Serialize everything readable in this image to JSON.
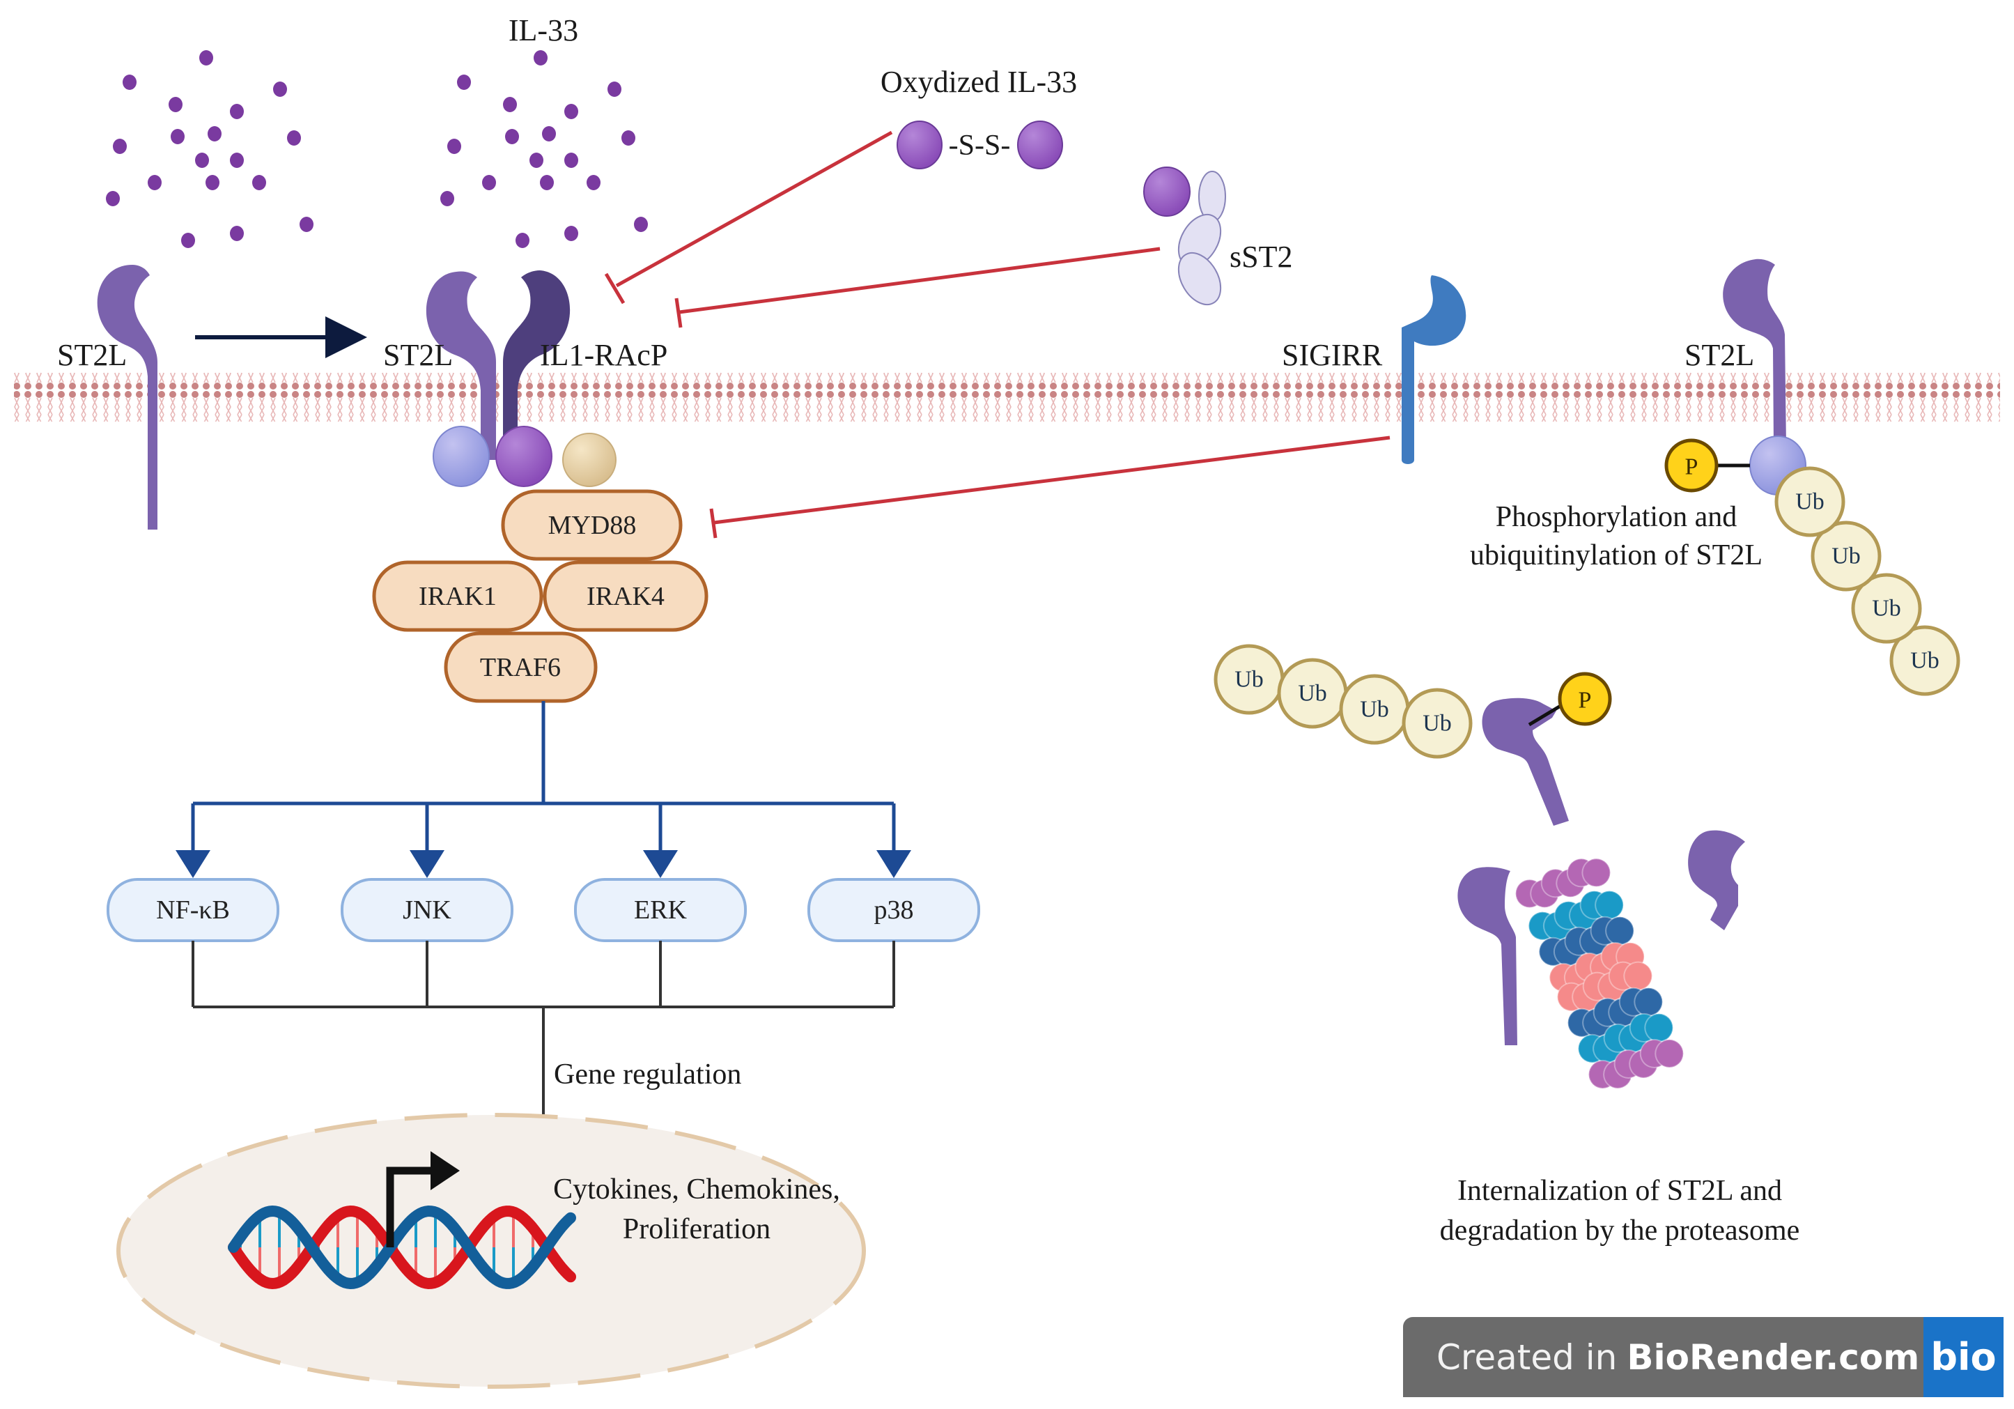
{
  "labels": {
    "il33": "IL-33",
    "oxidized_il33": "Oxydized IL-33",
    "disulfide": "-S-S-",
    "sst2": "sST2",
    "st2l_left": "ST2L",
    "st2l_complex": "ST2L",
    "il1racp": "IL1-RAcP",
    "sigirr": "SIGIRR",
    "st2l_right": "ST2L",
    "phospho_caption_line1": "Phosphorylation and",
    "phospho_caption_line2": "ubiquitinylation of ST2L",
    "gene_regulation": "Gene regulation",
    "nucleus_line1": "Cytokines, Chemokines,",
    "nucleus_line2": "Proliferation",
    "internalization_line1": "Internalization of ST2L and",
    "internalization_line2": "degradation by the proteasome"
  },
  "adaptor_complex": {
    "myd88": "MYD88",
    "irak1": "IRAK1",
    "irak4": "IRAK4",
    "traf6": "TRAF6"
  },
  "pathways": [
    "NF-κB",
    "JNK",
    "ERK",
    "p38"
  ],
  "ubiquitin_label": "Ub",
  "phosphate_label": "P",
  "watermark": {
    "prefix": "Created in",
    "brand": "BioRender.com",
    "logo": "bio"
  },
  "colors": {
    "receptor_purple": "#7b62ad",
    "il1racp_dark": "#4e3f7d",
    "sigirr_blue": "#3f7bc0",
    "ligand_purple": "#7a3aa0",
    "inhibition_red": "#c8323c",
    "activation_navy": "#0d1b3e",
    "pathway_blue": "#1d4a94",
    "adaptor_fill": "#f7dcc0",
    "adaptor_stroke": "#b0642a",
    "kinase_fill": "#eaf2fc",
    "kinase_stroke": "#8fb2df",
    "ub_fill": "#f6f1d5",
    "ub_stroke": "#b39a55",
    "p_fill": "#ffd21a",
    "membrane": "#c98a8a",
    "nucleus_fill": "#f4efea",
    "nucleus_stroke": "#e3c9a8"
  }
}
